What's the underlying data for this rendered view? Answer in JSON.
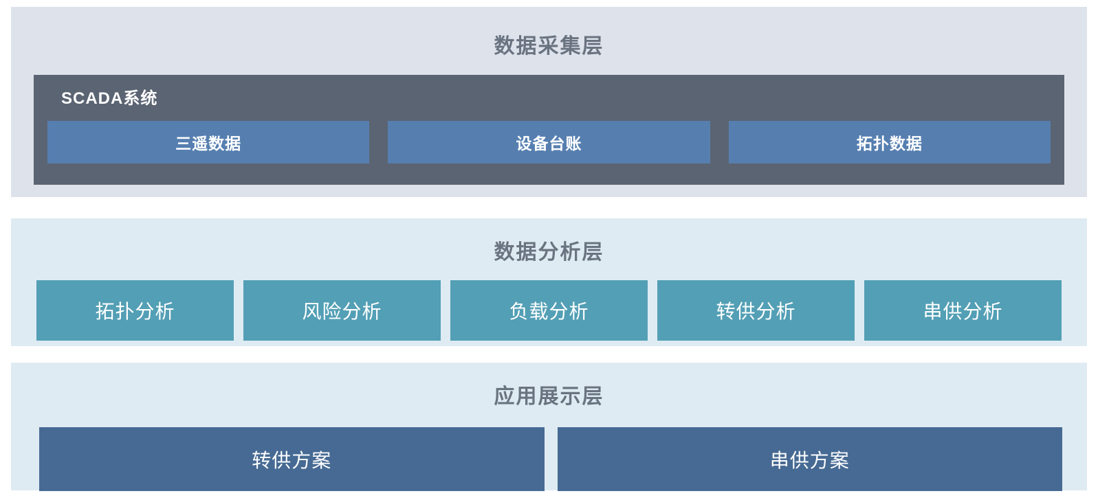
{
  "colors": {
    "page_bg": "#ffffff",
    "collection_layer_bg": "#dee2eb",
    "analysis_layer_bg": "#dfebf2",
    "display_layer_bg": "#dfebf2",
    "scada_group_bg": "#5b6472",
    "collection_box_bg": "#567fb0",
    "analysis_box_bg": "#539fb5",
    "display_box_bg": "#466a93",
    "layer_title_text": "#6a7380",
    "box_text": "#ffffff"
  },
  "layers": [
    {
      "title": "数据采集层",
      "group_label": "SCADA系统",
      "boxes": [
        "三遥数据",
        "设备台账",
        "拓扑数据"
      ]
    },
    {
      "title": "数据分析层",
      "boxes": [
        "拓扑分析",
        "风险分析",
        "负载分析",
        "转供分析",
        "串供分析"
      ]
    },
    {
      "title": "应用展示层",
      "boxes": [
        "转供方案",
        "串供方案"
      ]
    }
  ]
}
